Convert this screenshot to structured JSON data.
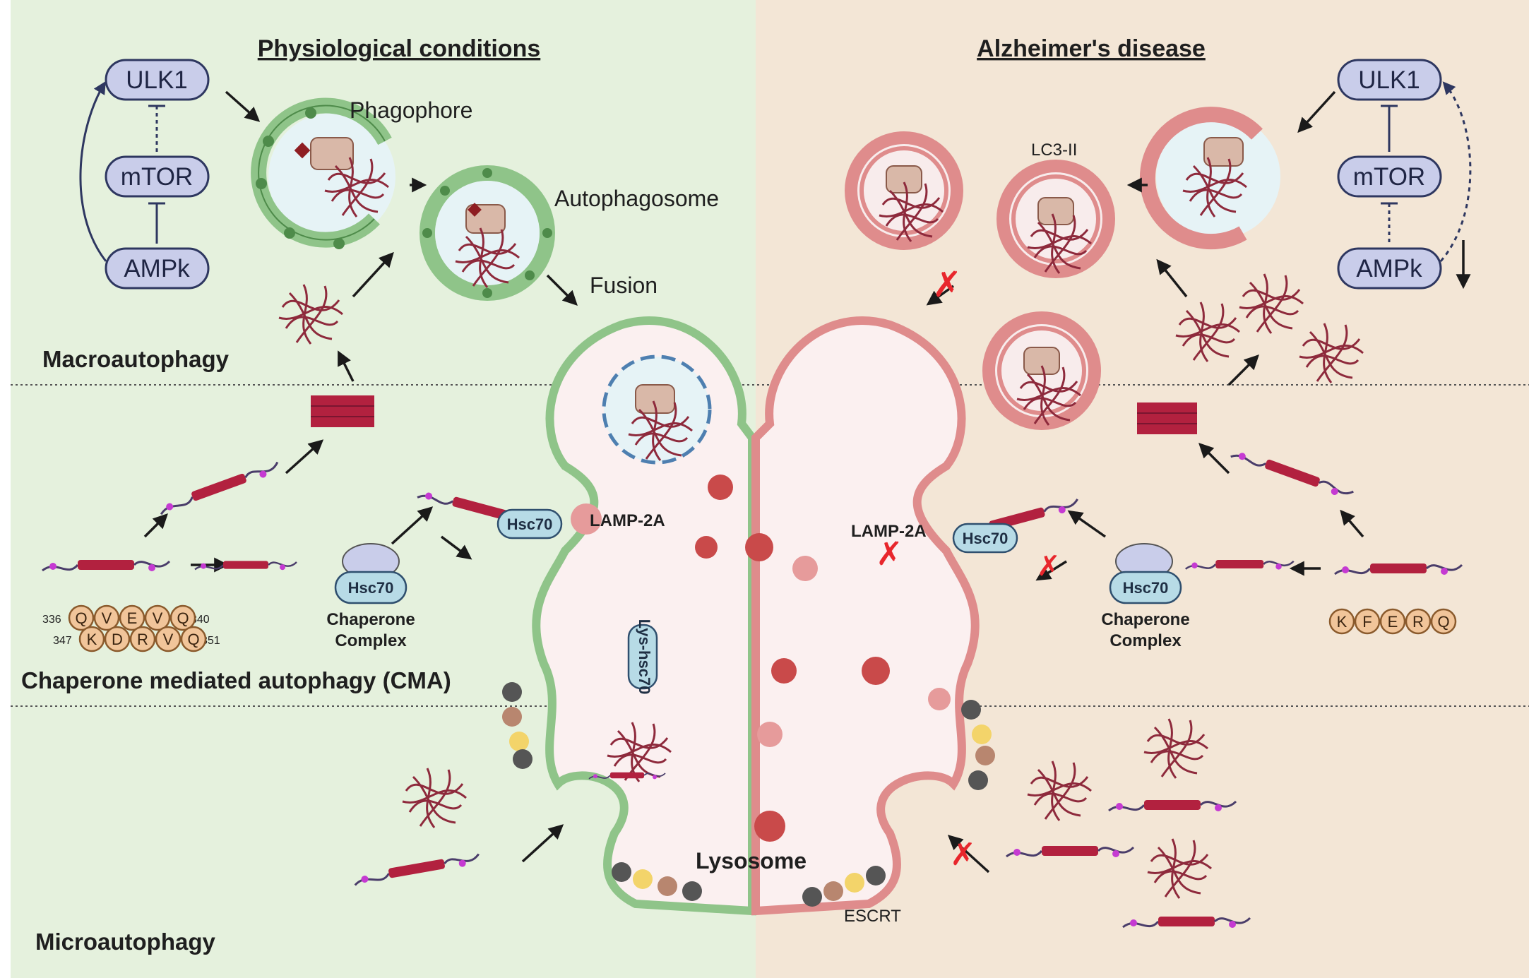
{
  "panels": {
    "left_title": "Physiological conditions",
    "right_title": "Alzheimer's disease"
  },
  "sections": {
    "macro": "Macroautophagy",
    "cma": "Chaperone mediated autophagy (CMA)",
    "micro": "Microautophagy"
  },
  "signaling": {
    "ulk1": "ULK1",
    "mtor": "mTOR",
    "ampk": "AMPk"
  },
  "labels": {
    "phagophore": "Phagophore",
    "autophagosome": "Autophagosome",
    "fusion": "Fusion",
    "lc3": "LC3-II",
    "lamp2a": "LAMP-2A",
    "hsc70": "Hsc70",
    "lys_hsc70": "Lys-hsc70",
    "chaperone_line1": "Chaperone",
    "chaperone_line2": "Complex",
    "lysosome": "Lysosome",
    "escrt": "ESCRT"
  },
  "motifs": {
    "left_row1": [
      "Q",
      "V",
      "E",
      "V",
      "Q"
    ],
    "left_row2": [
      "K",
      "D",
      "R",
      "V",
      "Q"
    ],
    "left_row1_start": "336",
    "left_row1_end": "340",
    "left_row2_start": "347",
    "left_row2_end": "351",
    "right_row": [
      "K",
      "F",
      "E",
      "R",
      "Q"
    ]
  },
  "colors": {
    "physio_bg": "#e5f1dd",
    "ad_bg": "#f3e6d6",
    "green_membrane": "#8fc489",
    "red_membrane": "#df8c8c",
    "tangle": "#8e2a3c",
    "box": "#c9cdea"
  }
}
